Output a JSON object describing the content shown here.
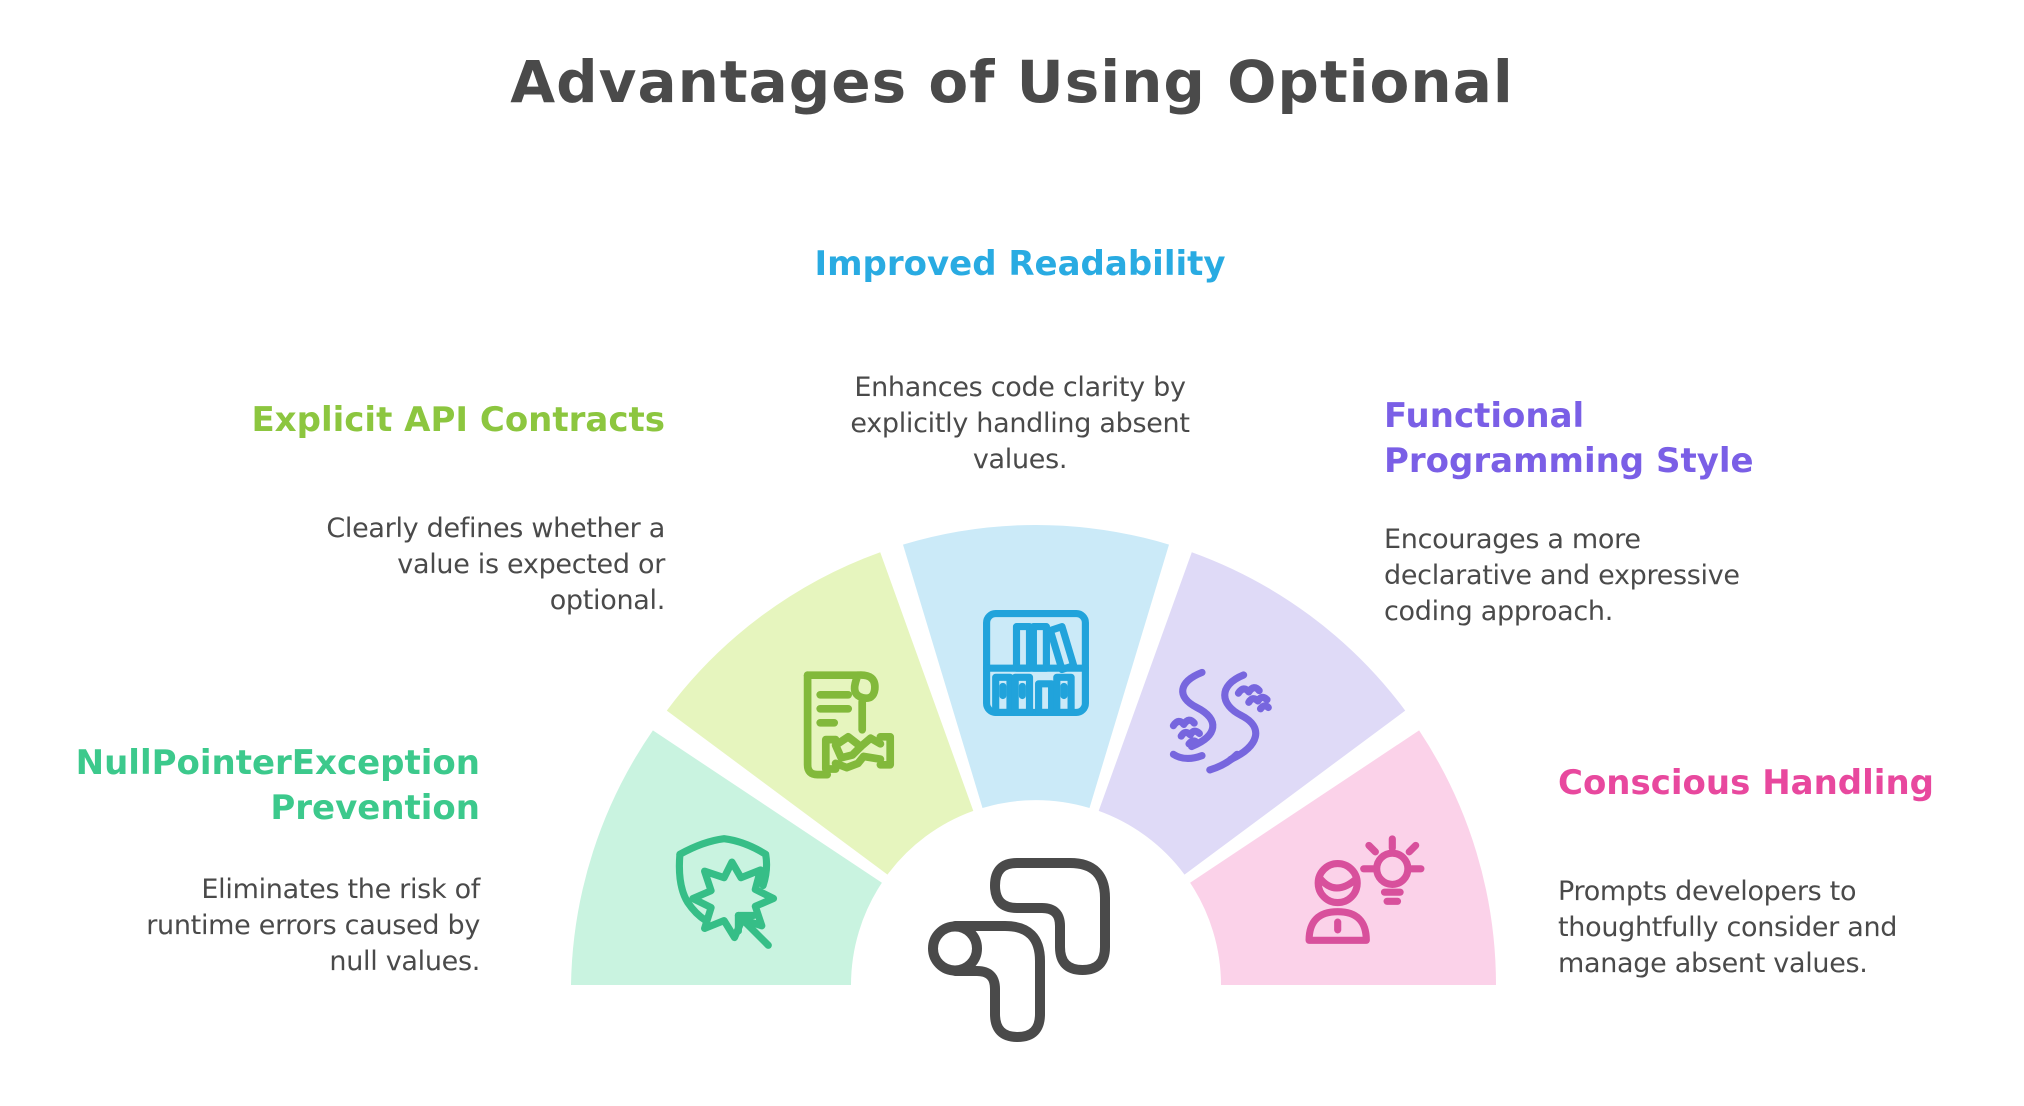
{
  "page": {
    "title": "Advantages of Using Optional",
    "background": "#FFFFFF",
    "text_color": "#4A4A4A",
    "logo_color": "#4A4A4A"
  },
  "features": [
    {
      "id": "nullpointerexception-prevention",
      "title": "NullPointerException\nPrevention",
      "body": "Eliminates the risk of\nruntime errors caused by\nnull values.",
      "title_color": "#3CC98C",
      "segment_fill": "#C9F3E0",
      "icon_color": "#36BE87",
      "icon": "shield-burst-icon"
    },
    {
      "id": "explicit-api-contracts",
      "title": "Explicit API Contracts",
      "body": "Clearly defines whether a\nvalue is expected or\noptional.",
      "title_color": "#8CC63F",
      "segment_fill": "#E6F5BE",
      "icon_color": "#82B93B",
      "icon": "contract-handshake-icon"
    },
    {
      "id": "improved-readability",
      "title": "Improved Readability",
      "body": "Enhances code clarity by\nexplicitly handling absent\nvalues.",
      "title_color": "#29ABE2",
      "segment_fill": "#CBEAF8",
      "icon_color": "#21A3DB",
      "icon": "bookshelf-icon"
    },
    {
      "id": "functional-programming-style",
      "title": "Functional\nProgramming Style",
      "body": "Encourages a more\ndeclarative and expressive\ncoding approach.",
      "title_color": "#7A5FE6",
      "segment_fill": "#DFDAF7",
      "icon_color": "#7766DE",
      "icon": "river-path-icon"
    },
    {
      "id": "conscious-handling",
      "title": "Conscious Handling",
      "body": "Prompts developers to\nthoughtfully consider and\nmanage absent values.",
      "title_color": "#E8489E",
      "segment_fill": "#FBD2E9",
      "icon_color": "#D8509C",
      "icon": "person-idea-icon"
    }
  ]
}
